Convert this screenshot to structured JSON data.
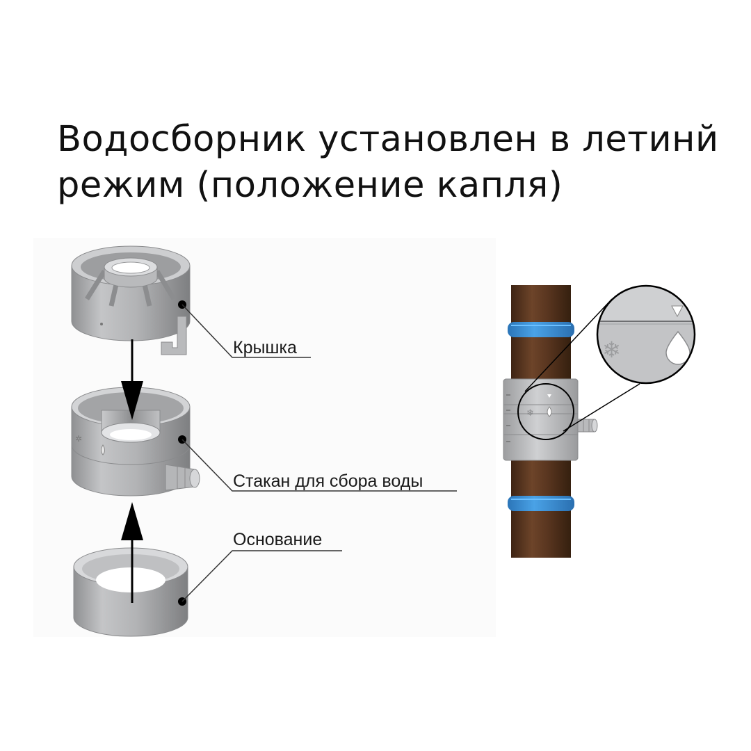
{
  "title": {
    "line1": "Водосборник установлен в летинй",
    "line2": "режим (положение капля)"
  },
  "labels": {
    "lid": "Крышка",
    "cup": "Стакан для сбора воды",
    "base": "Основание"
  },
  "icons": {
    "winter": "snowflake-icon",
    "summer": "water-drop-icon",
    "position_marker": "triangle-marker-icon"
  },
  "colors": {
    "pipe": "#5a3620",
    "clamp": "#3a8fd6",
    "plastic": "#a9aaac",
    "leader": "#000000"
  }
}
